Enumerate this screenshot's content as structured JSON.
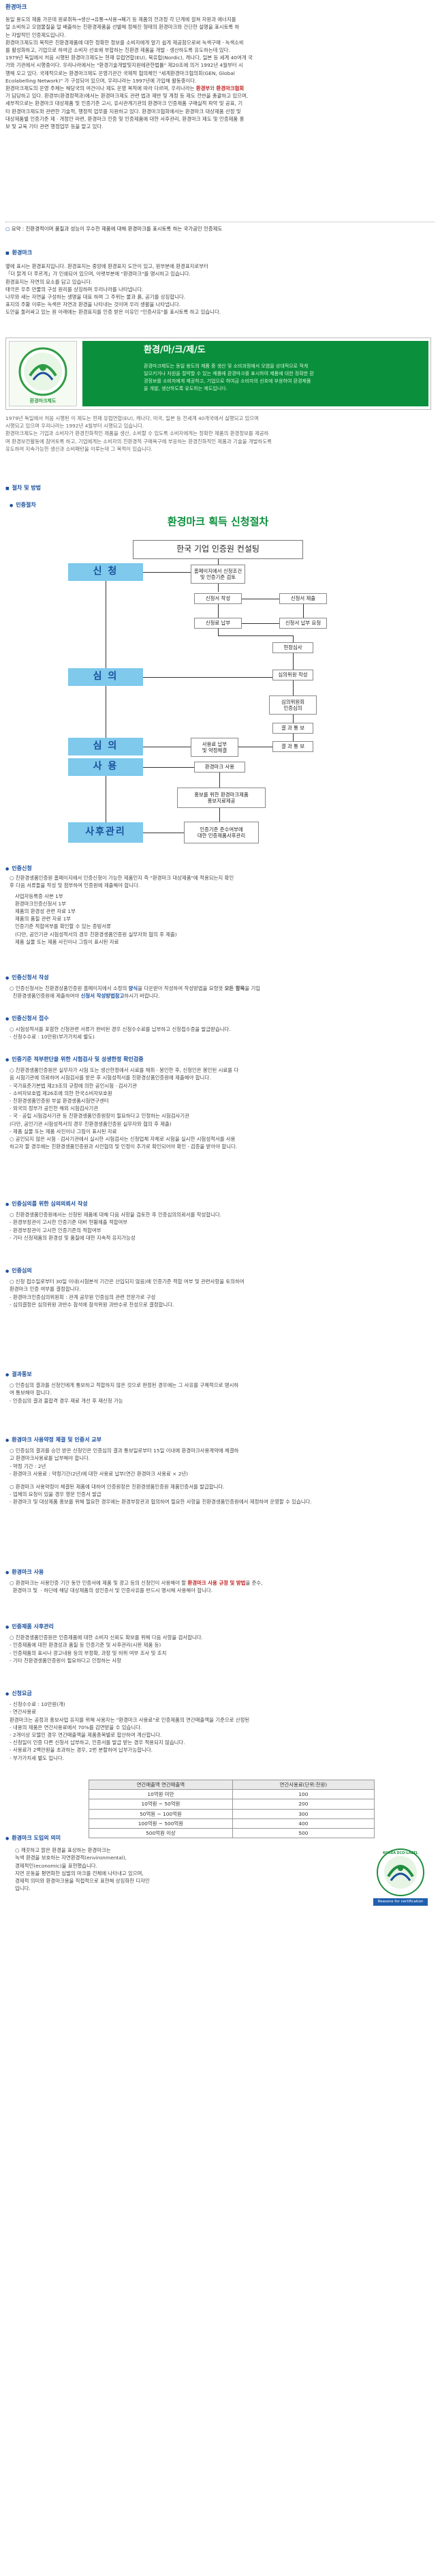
{
  "top": {
    "title": "환경마크",
    "intro": [
      "동일 용도의 제품 가운데 원료취득→생산→유통→사용→폐기 등 제품의 전과정 각 단계에 걸쳐 자원과 에너지를",
      "덜 소비하고 오염물질을 덜 배출하는 친환경제품을 선별해 정해진 형태의 환경마크와 간단한 설명을 표시토록 하",
      "는 자발적인 인증제도입니다.",
      "환경마크제도의 목적은 친환경제품에 대한 정확한 정보를 소비자에게 알기 쉽게 제공함으로써 녹색구매ㆍ녹색소비",
      "를 활성화하고, 기업으로 하여금 소비자 선호에 부합하는 친환경 제품을 개발ㆍ생산하도록 유도하는데 있다.",
      "1979년 독일에서 처음 시행된 환경마크제도는 현재 유럽연합(EU), 북유럽(Nordic), 캐나다, 일본 등 세계 40여개 국",
      "가와 기관에서 시행중이다. 우리나라에서는 \"환경기술개발및지원에관한법률\" 제20조에 의거 1992년 4월부터 시",
      "행해 오고 있다. 국제적으로는 환경마크제도 운영기관간 국제적 협의체인 \"세계환경마크협의회(GEN, Global",
      "Ecolabelling Network)\" 가 구성되어 있으며, 우리나라는 1997년에 가입해 활동중이다.",
      "환경마크제도의 운영 주체는 해당국의 여건이나 제도 운영 목적에 따라 다르며, 우리나라는 ",
      "가 담당하고 있다. 환경부(환경정책과)에서는 환경마크제도 관련 법과 제반 및 계정 등 제도 전반을 총괄하고 있으며,",
      "세부적으로는 환경마크 대상제품 및 인증기준 고시, 유사관계기관의 환경마크 인증제품 구매실적 파악 및 공표, 기",
      "타 환경마크제도와 관련한 기술적, 행정적 업무를 지원하고 있다. 환경마크협회에서는 환경마크 대상제품 선정 및",
      "대상제품별 인증기준 제ㆍ개정안 마련, 환경마크 인증 및 인증제품에 대한 사후관리, 환경마크 제도 및 인증제품 홍",
      "보 및 교육 기타 관련 행정업무 등을 맡고 있다."
    ],
    "red1": "환경부",
    "mid1": "와 ",
    "red2": "환경마크협회",
    "summary": "요약 : 친환경적이며 품질과 성능이 우수한 제품에 대해 환경마크를 표시토록 하는 국가공인 인증제도"
  },
  "mark_section": {
    "heading": "환경마크",
    "lines": [
      "옆에 표시는 환경표지입니다. 환경표지는 중앙에 환경표지 도안이 있고, 원부분에 환경표지로부터",
      "「더 맑게 더 푸르게」가 인쇄되어 있으며, 아랫부분에 \"환경마크\"를 명시하고 있습니다.",
      "환경표지는 자연의 요소를 담고 있습니다.",
      "태극은 우주 만물의 구성 원리를 상징하며 우리나라를 나타냅니다.",
      "나무와 새는 자연을 구성하는 생명을 대표 하며 그 주위는 물과 흙, 공기를 상징합니다.",
      "표지의 주황 이루는 녹색은 자연과 환경을 나타내는 것이며 우리 생활을 나타냅니다.",
      "도안을 둘러싸고 있는 원 아래에는 환경표지를 인증 받은 이유인 \"인증사유\"를 표시토록 하고 있습니다."
    ],
    "logo_text": "환경마크제도",
    "logo_circle_title": "환경마크",
    "banner_title": "환경/마/크/제/도",
    "banner_lines": [
      "환경마크제도는 동일 용도의 제품 중 생산 및 소비과정에서 오염을 상대적으로 적게",
      "일으키거나 자원을 절약할 수 있는 제품에 환경마크를 표시하여 제품에 대한 정확한 환",
      "경정보를 소비자에게 제공하고, 기업으로 하여금 소비자의 선호에 부응하여 환경제품",
      "을 개발, 생산하도록 유도하는 제도입니다."
    ],
    "lines2": [
      "1979년 독일에서 처음 시행된 이 제도는 현재 유럽연합(EU), 캐나다, 미국, 일본 등 전세계 40개국에서 실행되고 있으며",
      "시행되고 있으며 우리나라는 1992년 4월부터 시행되고 있습니다.",
      "환경마크제도는 기업과 소비자가 환경친화적인 제품을 생산, 소비할 수 있도록 소비자에게는 정확한 제품의 환경정보를 제공하",
      "며 환경보전활동에 참여토록 하고, 기업에게는 소비자의 친환경적 구매욕구에 부응하는 환경친화적인 제품과 기술을 개발하도록",
      "유도하여 지속가능한 생산과 소비패턴을 이루는데 그 목적이 있습니다."
    ]
  },
  "proc_section": {
    "heading": "절차 및 방법",
    "sub": "인증절차",
    "chart_title": "환경마크 획득 신청절차",
    "org": "한국 기업 인증원 컨설팅",
    "stage1": "신 청",
    "stage2": "심 의",
    "stage3": "심 의",
    "stage4": "사 용",
    "stage5": "사후관리",
    "b_apply": "홈페이지에서 신청조건\n및 인증기준 검토",
    "b_form": "신청서 작성",
    "b_submit": "신청서 제출",
    "b_fee": "신청료 납부",
    "b_docs": "신청서 납부 요청",
    "b_site": "현장심사",
    "b_review": "심의위원 작성",
    "b_committee": "심의위원회\n인증심의",
    "b_result1": "결 과 통 보",
    "b_pay": "사용료 납부\n및 약정체결",
    "b_result2": "결 과 통 보",
    "b_use": "환경마크 사용",
    "b_promo": "홍보를 위한 환경마크제품\n홍보지료제공",
    "b_after": "인증기준 준수여부에\n대한 인증제품사후관리"
  },
  "steps": {
    "s1_h": "인증신청",
    "s1": [
      "친환경생품인증원 홈페이지에서 인증신청이 가능한 제품인지 즉 \"환경마크 대상제품\"에 적용되는지 확인",
      "후 다음 서류들을 작성 및 첨부하여 인증원에 제출해야 합니다."
    ],
    "s1_list": [
      "사업자등록증 사본 1부",
      "환경마크인증신청서 1부",
      "제품의 환경성 관련 자료 1부",
      "제품의 품질 관련 자료 1부",
      "인증기준 적합여부를 확인할 수 있는 증빙서류",
      "(다만, 공인기관 시험성적서의 경우 친환경생품인증원 실무자와 협의 후 제출)",
      "제품 실물 또는 제품 사진이나 그림이 표시된 자료"
    ],
    "s2_h": "인증신청서 작성",
    "s2a": "인증신청서는 친환경상품인증원 홈페이지에서 소정의 ",
    "s2b": "양식",
    "s2c": "을 다운받아 작성하여 작성방법을 요령껏 ",
    "s2d": "모든 항목",
    "s2e": "을 기입",
    "s2f": "친환경생품인증원에 제출하여야 ",
    "s2g": "신청서 작성방법참고",
    "s2h": "하시기 바랍니다.",
    "s3_h": "인증신청서 접수",
    "s3": [
      "시험성적서를 포함한 신청관련 서류가 완비된 경우 신청수수료를 납부하고 신청접수증을 발급받습니다.",
      "- 신청수수료 : 10만원(부가가치세 별도)"
    ],
    "s4_h": "인증기준 적부판단을 위한 시험검사 및 성생한정 확인검증",
    "s4": [
      "친환경생품인증원은 실무자가 시험 또는 생산한정에서 시료를 채취ㆍ봉인한 후, 신청인은 봉인된 시료를 다",
      "음 시험기관에 의뢰하여 시험검사를 받은 후 시험성적서를 친환경상품인증원에 제출해야 합니다.",
      "- 국가표준기본법 제23조의 규정에 의한 공인시험ㆍ검사기관",
      "- 소비자보호법 제26조에 의한 한국소비자보호원",
      "- 친환경생품인증원 부설 환경생품시험연구센터",
      "- 외국의 정부가 공인한 해외 시험검사기관",
      "- 국ㆍ공립 시험검사기관 등 친환경생품인증원장이 필요하다고 인정하는 시험검사기관",
      "(다만, 공인기관 시험성적서의 경우 친환경생품인증원 실무자와 협의 후 제출)",
      "- 제품 실물 또는 제품 사진이나 그림이 표시된 자료",
      "",
      "공인되지 않은 시험ㆍ검사기관에서 실시한 시험검사는 신청업체 자체로 시험을 실시한 시험성적서를 사용",
      "하고자 할 경우에는 친환경생품인증원과 사전협의 및 인정이 추가로 확인되어야 확인ㆍ검증을 받아야 합니다."
    ],
    "s5_h": "인증심의를 위한 심의의뢰서 작성",
    "s5": [
      "친환경생품인증원에서는 신청된 제품에 대해 다음 사항을 검토한 후 인증심의의뢰서를 작성합니다.",
      "- 환경부장관이 고시한 인증기준 대비 현황제출 적합여부",
      "- 환경부장관이 고시한 인증기준의 적합여부",
      "- 기타 신청제품의 환경성 및 품질에 대한 지속적 유지가능성"
    ],
    "s6_h": "인증심의",
    "s6": [
      "신청 접수일로부터 30일 이내(시험분석 기간은 산입되지 않음)에 인증기준 적합 여부 및 관련사항을 토의하여",
      "환경마크 인증 여부를 결정합니다.",
      "- 환경마크인증심의위원회 : 관계 공무원 인증심의 관련 전문가로 구성",
      "- 심의결정은 심의위원 과반수 참석에 참석위원 과반수로 찬성으로 결정합니다."
    ],
    "s7_h": "결과통보",
    "s7": [
      "인증심의 결과를 신청인에게 통보하고 적합하지 않은 것으로 판정된 경우에는 그 사유를 구체적으로 명시하",
      "여 통보해야 합니다.",
      "- 인증심의 결과 불합격 경우 재료 개선 후 재신청 가능"
    ],
    "s8_h": "환경마크 사용약정 체결 및 인증서 교부",
    "s8": [
      "인증심의 결과를 승인 받은 신청인은 인증심의 결과 통보일로부터 15일 이내에 환경마크사용계약에 체결하",
      "고 환경마크사용료를 납부해야 합니다.",
      "- 약정 기간 : 2년",
      "- 환경마크 사용료 : 약정기간(2년)에 대한 사용료 납부(연간 환경마크 사용료 × 2년)"
    ],
    "s8b": [
      "환경마크 사용약정이 체결된 제품에 대하여 인증원장은 친환경생품인증원 제품인증서를 발급합니다.",
      "- 업체의 요청이 있을 경우 영문 인증서 발급",
      "- 환경마크 및 대상제품 홍보를 위해 필요한 경우에는 환경부장관과 협의하여 필요한 사항을 친환경생품인증원에서 제정하여 운영할 수 있습니다."
    ],
    "s9_h": "환경마크 사용",
    "s9a": "환경마크는 사용인증 기간 동안 인증서에 제품 및 광고 등의 신청인이 사용해야 할 ",
    "s9b": "환경마크 사용 규정 및 방법",
    "s9c": "을 준수,",
    "s9d": "환경마크 및 ㆍ하단에 해당 대상제품의 성인증서 및 인증사유를 반드시 명시해 사용해야 합니다.",
    "s10_h": "인증제품 사후관리",
    "s10": [
      "친환경생품인증원은 인증제품에 대한 소비자 신뢰도 확보를 위해 다음 사항을 검사합니다.",
      "- 인증제품에 대한 환경성과 품질 등 인증기준 및 사후관리(시판 제품 등)",
      "- 인증제품의 표시나 광고내용 등의 부정확, 과장 및 허위 여부 조사 및 조치",
      "- 기타 친환경생품인증원이 필요하다고 인정하는 사항"
    ],
    "s11_h": "신청요금",
    "s11": [
      "- 신청수수료 : 10만원(개)",
      "- 연간사용료",
      "환경마크는 공정과 홍보사업 유지를 위해 사용자는 \"환경마크 사용료\"로 인증제품의 연간매출액을 기준으로 산정된",
      "- 내용의 제품은 연간사용료에서 70%를 감면받을 수 있습니다.",
      "- 2개이상 모델인 경우 연간매출액을 제품종목별로 합산하여 계산합니다.",
      "- 신청일이 인증 다른 신청서 납부하고, 인증서를 발급 받는 경우 적용되지 않습니다.",
      "- 사용료가 2백만원을 초과하는 경우, 2번 분할하여 납부가능합니다.",
      "- 부가가치세 별도 입니다."
    ],
    "fee_table": {
      "headers": [
        "연간매출액 연간매출액",
        "연간사용료(단위:천원)"
      ],
      "rows": [
        [
          "10억원 미만",
          "100"
        ],
        [
          "10억원 ~ 50억원",
          "200"
        ],
        [
          "50억원 ~ 100억원",
          "300"
        ],
        [
          "100억원 ~ 500억원",
          "400"
        ],
        [
          "500억원 이상",
          "500"
        ]
      ]
    },
    "s12_h": "환경마크 도입의 의미",
    "s12": [
      "깨끗하고 맑은 환경을 표상하는 환경마크는",
      "녹색 환경을 보호하는 자연환경적(environmental),",
      "경제적인(economic)을 표현했습니다.",
      "지면 운동을 평면화한 심벌의 마크를 전체에 나타내고 있으며,",
      "경제적 의미와 환경마크용을 직접적으로 표현해 상징화한 디자인",
      "입니다."
    ],
    "eco_top": "KOREA ECO-LABEL",
    "eco_bottom": "Reasons for certification"
  },
  "colors": {
    "accent": "#1a4f9c",
    "red": "#c21b1b",
    "stage": "#7ec9ec",
    "green": "#66c84a",
    "banner": "#0a8f3c"
  }
}
